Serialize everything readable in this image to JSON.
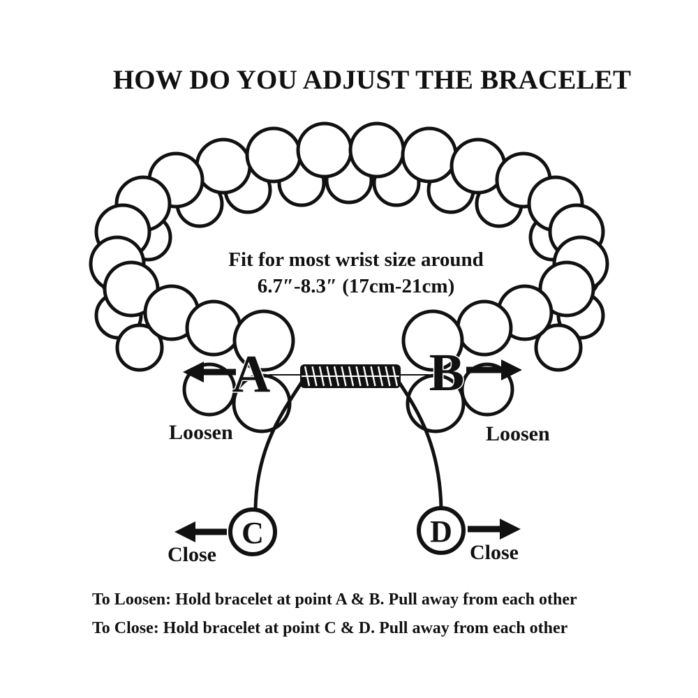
{
  "title": "HOW DO YOU ADJUST THE BRACELET",
  "fit_text": {
    "line1": "Fit for most wrist size around",
    "line2": "6.7″-8.3″ (17cm-21cm)"
  },
  "points": {
    "a": "A",
    "b": "B",
    "c": "C",
    "d": "D"
  },
  "labels": {
    "loosen_left": "Loosen",
    "loosen_right": "Loosen",
    "close_left": "Close",
    "close_right": "Close"
  },
  "instructions": {
    "loosen": "To Loosen: Hold bracelet at point A & B. Pull away from each other",
    "close": "To Close: Hold bracelet at point C & D. Pull away from each other"
  },
  "icons": {
    "arrow_left": "arrow-left-icon",
    "arrow_right": "arrow-right-icon"
  },
  "colors": {
    "ink": "#111111",
    "background": "#ffffff"
  }
}
